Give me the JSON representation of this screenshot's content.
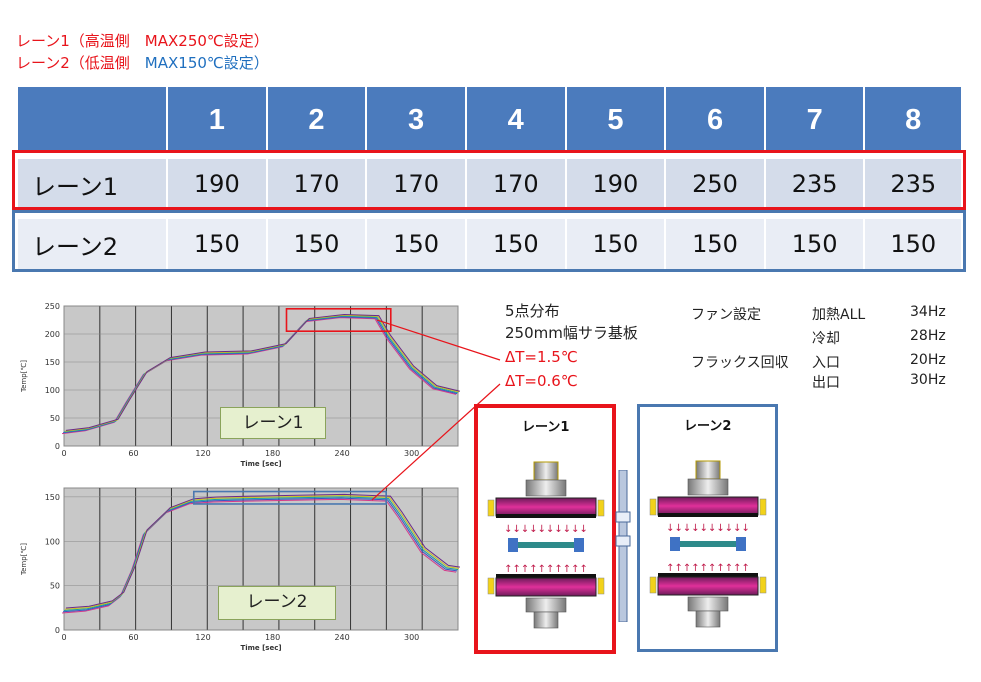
{
  "header": {
    "line1": "レーン1（高温側　MAX250℃設定）",
    "line2_prefix": "レーン2（低温側　",
    "line2_blue": "MAX150℃設定）"
  },
  "zone_table": {
    "zones": [
      "1",
      "2",
      "3",
      "4",
      "5",
      "6",
      "7",
      "8"
    ],
    "rows": [
      {
        "label": "レーン1",
        "values": [
          "190",
          "170",
          "170",
          "170",
          "190",
          "250",
          "235",
          "235"
        ]
      },
      {
        "label": "レーン2",
        "values": [
          "150",
          "150",
          "150",
          "150",
          "150",
          "150",
          "150",
          "150"
        ]
      }
    ]
  },
  "info": {
    "points": "5点分布",
    "board": "250mm幅サラ基板",
    "dt1": "ΔT=1.5℃",
    "dt2": "ΔT=0.6℃"
  },
  "fan": {
    "fan_setting": "ファン設定",
    "flux_recovery": "フラックス回収",
    "heat_all": "加熱ALL",
    "cool": "冷却",
    "inlet": "入口",
    "outlet": "出口",
    "hz_heat": "34Hz",
    "hz_cool": "28Hz",
    "hz_in": "20Hz",
    "hz_out": "30Hz"
  },
  "diagram": {
    "lane1_title": "レーン1",
    "lane2_title": "レーン2"
  },
  "chart1_label": "レーン1",
  "chart2_label": "レーン2",
  "colors": {
    "header_blue": "#4b7bbd",
    "lane1_red": "#e8141b",
    "lane2_blue": "#4a78b0"
  },
  "chart_data": [
    {
      "type": "line",
      "ylabel": "Temp[℃]",
      "xlabel": "Time [sec]",
      "xlim": [
        0,
        340
      ],
      "ylim": [
        0,
        250
      ],
      "xticks": [
        0,
        60,
        120,
        180,
        240,
        300
      ],
      "yticks": [
        0,
        50,
        100,
        150,
        200,
        250
      ],
      "series": [
        {
          "x": [
            0,
            20,
            45,
            55,
            70,
            90,
            120,
            160,
            190,
            210,
            240,
            270,
            280,
            300,
            320,
            340
          ],
          "y": [
            25,
            30,
            45,
            80,
            130,
            155,
            165,
            167,
            180,
            225,
            232,
            230,
            195,
            140,
            105,
            95
          ]
        }
      ]
    },
    {
      "type": "line",
      "ylabel": "Temp[℃]",
      "xlabel": "Time [sec]",
      "xlim": [
        0,
        340
      ],
      "ylim": [
        0,
        160
      ],
      "xticks": [
        0,
        60,
        120,
        180,
        240,
        300
      ],
      "yticks": [
        0,
        50,
        100,
        150
      ],
      "series": [
        {
          "x": [
            0,
            20,
            40,
            50,
            60,
            70,
            90,
            110,
            130,
            160,
            200,
            240,
            280,
            290,
            310,
            330,
            340
          ],
          "y": [
            22,
            24,
            30,
            40,
            70,
            110,
            135,
            145,
            147,
            148,
            149,
            150,
            148,
            130,
            90,
            70,
            68
          ]
        }
      ]
    }
  ]
}
